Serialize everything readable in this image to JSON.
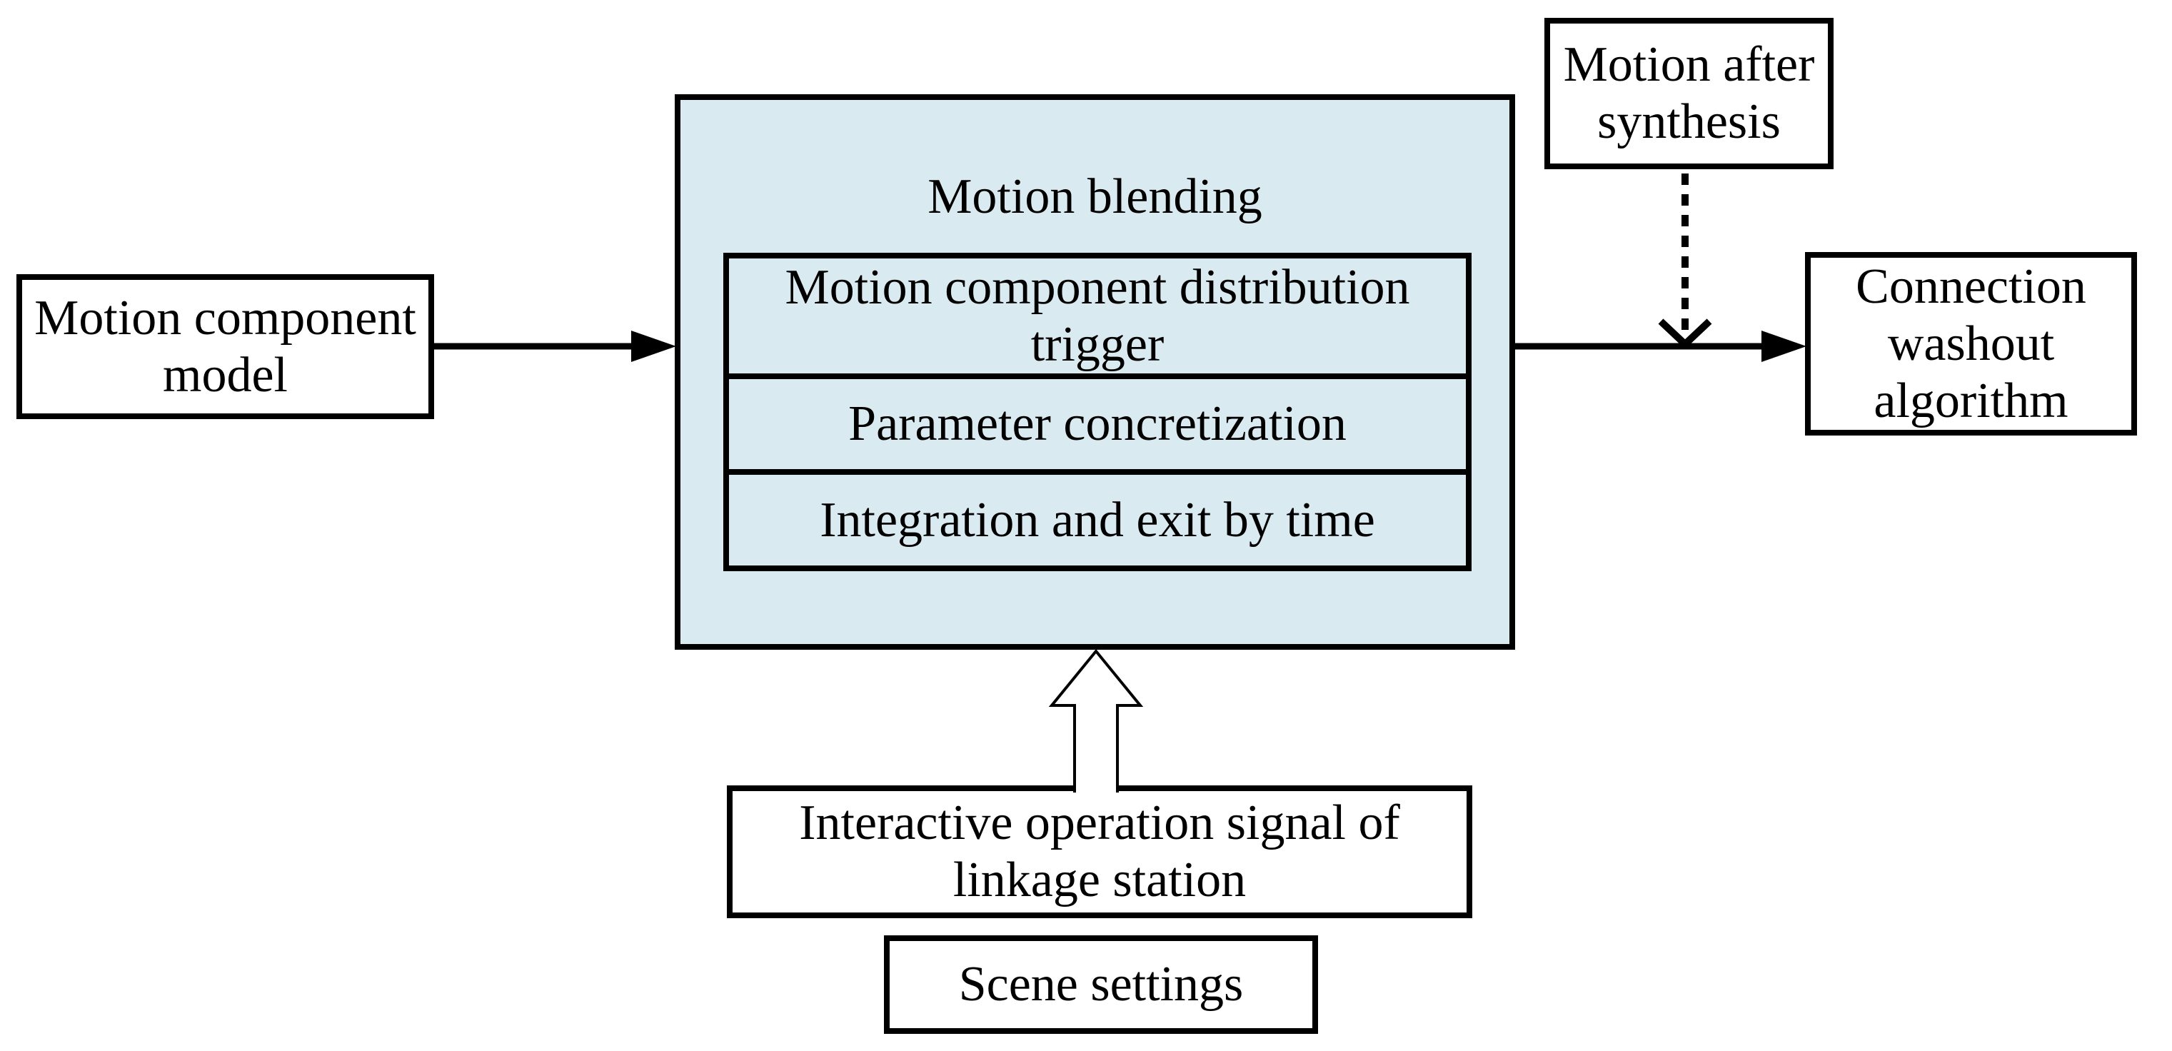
{
  "diagram": {
    "colors": {
      "panel_fill": "#daeaf1",
      "box_fill": "#ffffff",
      "line_color": "#000000",
      "text_color": "#000000"
    },
    "nodes": {
      "motion_component_model": {
        "label": "Motion component\nmodel"
      },
      "motion_blending": {
        "title": "Motion blending",
        "steps": [
          {
            "label": "Motion component distribution\ntrigger"
          },
          {
            "label": "Parameter concretization"
          },
          {
            "label": "Integration and exit by time"
          }
        ]
      },
      "motion_after_synthesis": {
        "label": "Motion after\nsynthesis"
      },
      "connection_washout": {
        "label": "Connection\nwashout\nalgorithm"
      },
      "interactive_signal": {
        "label": "Interactive operation signal of\nlinkage station"
      },
      "scene_settings": {
        "label": "Scene settings"
      }
    }
  }
}
